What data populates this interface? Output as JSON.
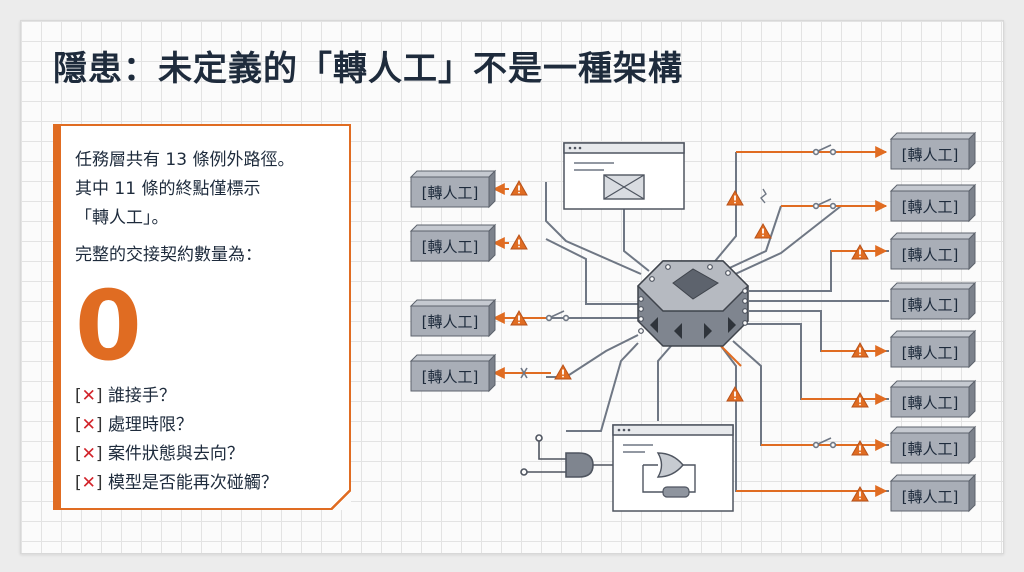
{
  "title": "隱患：未定義的「轉人工」不是一種架構",
  "callout": {
    "lines": [
      "任務層共有 13 條例外路徑。",
      "其中 11 條的終點僅標示",
      "「轉人工」。"
    ],
    "question": "完整的交接契約數量為：",
    "big_number": "0",
    "checklist": [
      {
        "mark_open": "[",
        "mark": "✕",
        "mark_close": "]",
        "text": "誰接手？"
      },
      {
        "mark_open": "[",
        "mark": "✕",
        "mark_close": "]",
        "text": "處理時限？"
      },
      {
        "mark_open": "[",
        "mark": "✕",
        "mark_close": "]",
        "text": "案件狀態與去向？"
      },
      {
        "mark_open": "[",
        "mark": "✕",
        "mark_close": "]",
        "text": "模型是否能再次碰觸？"
      }
    ]
  },
  "box_label": "[轉人工]",
  "colors": {
    "accent": "#e06c22",
    "title": "#1e2b3c",
    "wire": "#6f7784",
    "box": "#9da3ad",
    "danger": "#d2232a"
  },
  "icons": [
    "warning-icon",
    "switch-icon",
    "break-icon",
    "spark-icon",
    "window-icon",
    "logic-gate-icon",
    "chip-icon"
  ]
}
